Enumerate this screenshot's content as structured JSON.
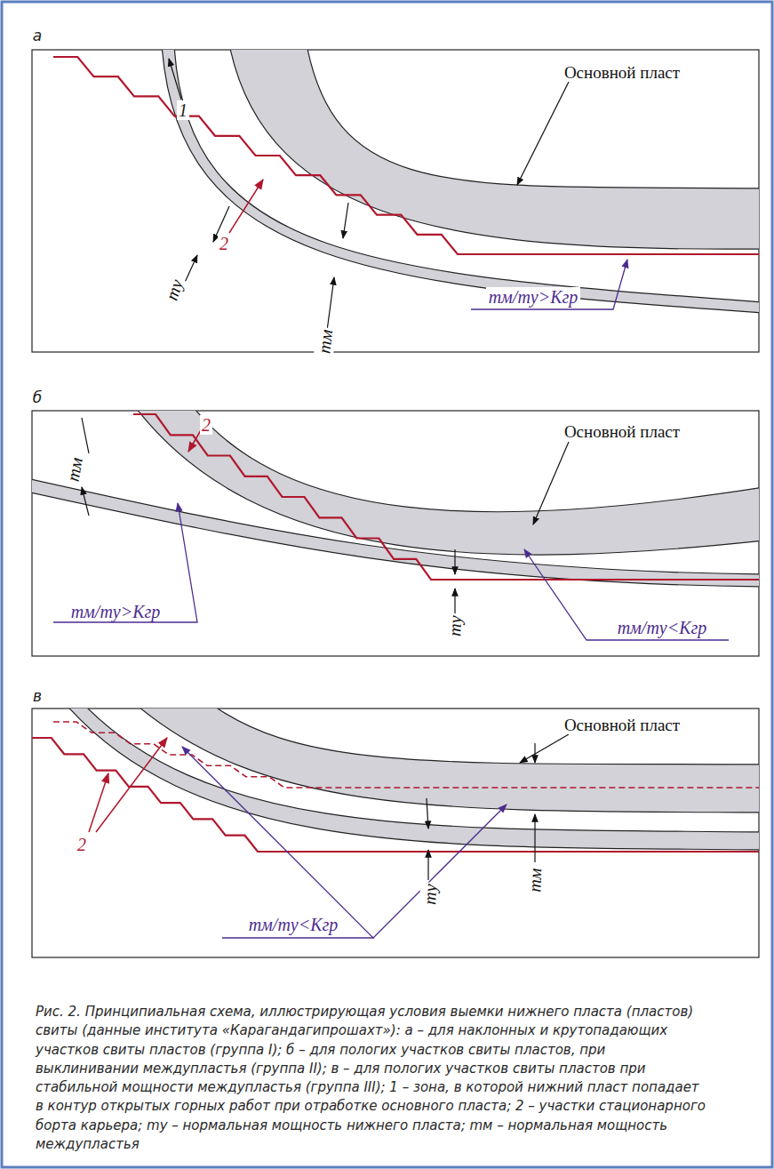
{
  "diagram": {
    "caption": "Рис. 2. Принципиальная схема, иллюстрирующая условия выемки нижнего пласта (пластов) свиты (данные института «Карагандагипрошахт»): а – для наклонных и крутопадающих участков свиты пластов (группа I); б – для пологих участков свиты пластов, при выклинивании междупластья (группа II); в – для пологих участков свиты пластов при стабильной мощности междупластья (группа III); 1 – зона, в которой нижний пласт попадает в контур открытых горных работ при отработке основного пласта; 2 – участки стационарного борта карьера; mу – нормальная мощность нижнего пласта; mм – нормальная мощность междупластья",
    "labels": [
      "а",
      "1",
      "2",
      "Основной пласт",
      "mу",
      "mм",
      "mм/mу>Kгр",
      "б",
      "2",
      "Основной пласт",
      "mм",
      "mм/mу>Kгр",
      "mу",
      "mм/mу<Kгр",
      "в",
      "2",
      "Основной пласт",
      "mу",
      "mм",
      "mм/mу<Kгр"
    ]
  }
}
